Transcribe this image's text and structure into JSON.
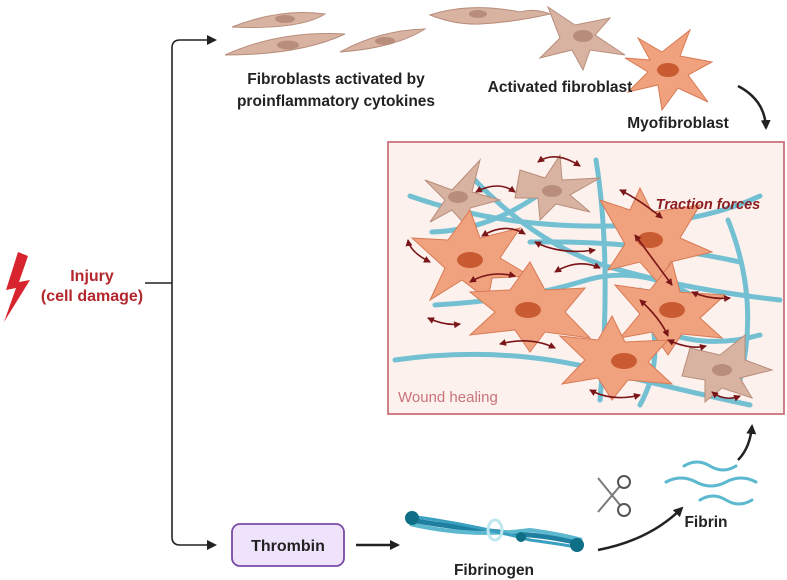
{
  "injury": {
    "line1": "Injury",
    "line2": "(cell damage)"
  },
  "fibroblasts": {
    "activated_by_line1": "Fibroblasts activated by",
    "activated_by_line2": "proinflammatory cytokines",
    "activated": "Activated fibroblast",
    "myofibroblast": "Myofibroblast"
  },
  "wound_panel": {
    "title": "Wound healing",
    "traction": "Traction forces"
  },
  "coagulation": {
    "thrombin": "Thrombin",
    "fibrinogen": "Fibrinogen",
    "fibrin": "Fibrin"
  },
  "colors": {
    "injury_red": "#b3272d",
    "panel_border": "#c9737a",
    "panel_fill": "#fdf1ee",
    "cell_orange": "#f0a17d",
    "cell_tan": "#d8b3a2",
    "fiber_blue": "#5bb8cf",
    "thrombin_fill": "#efe2fb",
    "thrombin_border": "#7a4aa8"
  },
  "icons": [
    "lightning-bolt-icon",
    "scissors-icon"
  ]
}
